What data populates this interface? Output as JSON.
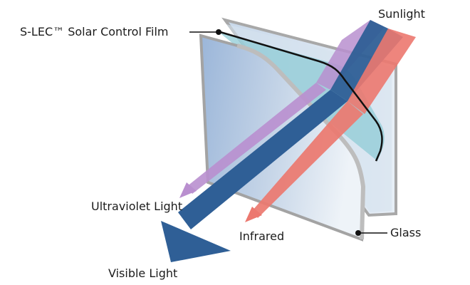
{
  "labels": {
    "sunlight": "Sunlight",
    "film": "S-LEC™ Solar Control Film",
    "ultraviolet": "Ultraviolet Light",
    "infrared": "Infrared",
    "visible": "Visible Light",
    "glass": "Glass"
  },
  "colors": {
    "ultraviolet": "#b98fcf",
    "visible": "#2f5f96",
    "infrared": "#ec786f",
    "glass_front": "#a9bfdc",
    "glass_back": "#d9e6f1",
    "film_tint": "#8fcbd6",
    "glass_edge": "#a7a7a7"
  }
}
